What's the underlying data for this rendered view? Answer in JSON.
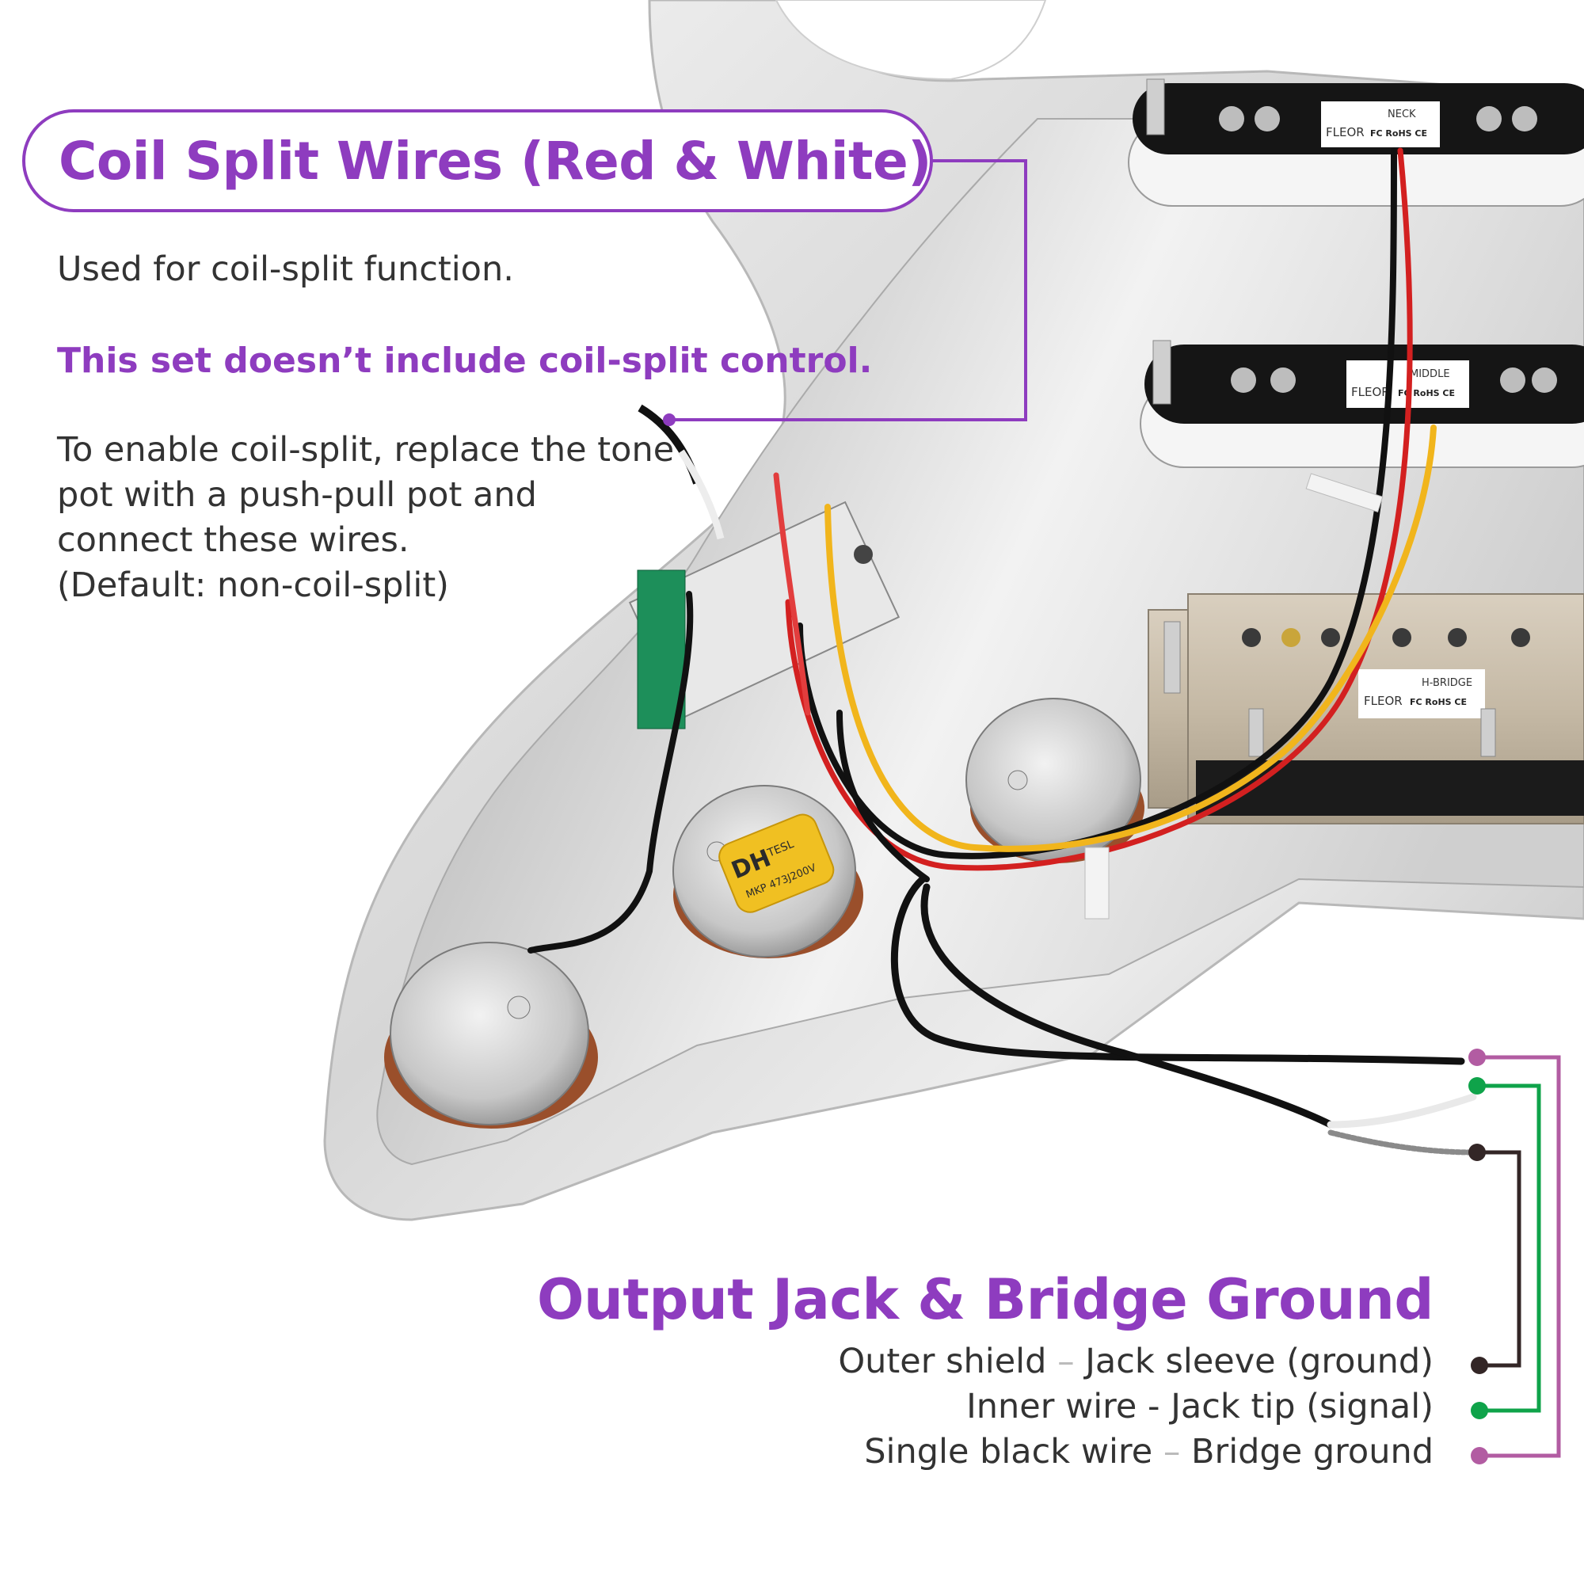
{
  "coil_split": {
    "title": "Coil Split Wires (Red & White)",
    "line1": "Used for coil-split function.",
    "note": "This set doesn’t include coil-split control.",
    "para": [
      "To enable coil-split, replace the tone",
      "pot with a push-pull pot and",
      "connect these wires.",
      "(Default: non-coil-split)"
    ]
  },
  "output": {
    "title": "Output Jack & Bridge Ground",
    "rows": [
      {
        "left": "Outer shield",
        "right": "Jack sleeve (ground)",
        "sep": "–"
      },
      {
        "left": "Inner wire",
        "right": "- Jack tip (signal)",
        "sep": ""
      },
      {
        "left": "Single black wire",
        "right": "Bridge ground",
        "sep": "–"
      }
    ]
  },
  "pickups": {
    "neck": {
      "brand": "FLEOR",
      "label": "NECK",
      "marks": "FC RoHS CE"
    },
    "middle": {
      "brand": "FLEOR",
      "label": "MIDDLE",
      "marks": "FC RoHS CE"
    },
    "bridge": {
      "brand": "FLEOR",
      "label": "H-BRIDGE",
      "marks": "FC RoHS CE"
    }
  },
  "capacitor": {
    "logo": "DH",
    "line1": "TESL",
    "line2": "MKP 473J200V"
  },
  "colors": {
    "accent": "#8e3cbf",
    "ground_line": "#332626",
    "signal_line": "#0fa34a",
    "bridge_line": "#b25ca2"
  }
}
